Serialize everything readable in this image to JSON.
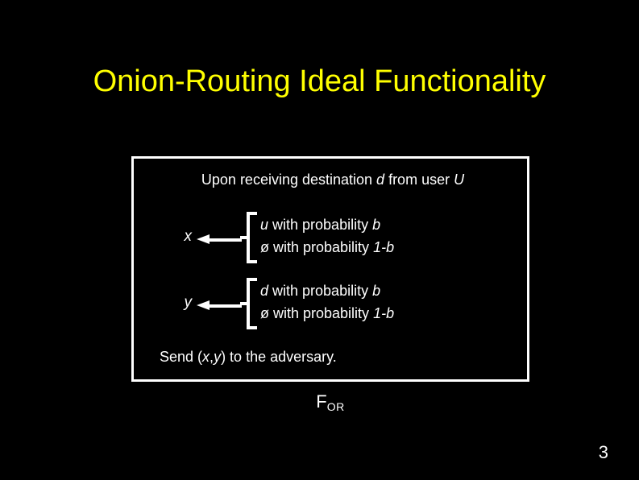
{
  "slide": {
    "title": "Onion-Routing Ideal Functionality",
    "background_color": "#000000",
    "title_color": "#ffff00",
    "text_color": "#ffffff",
    "page_number": "3"
  },
  "functionality_box": {
    "border_color": "#ffffff",
    "header": {
      "prefix": "Upon receiving destination ",
      "variable_d": "d",
      "middle": " from user ",
      "variable_U": "U"
    },
    "assignments": [
      {
        "variable": "x",
        "arrow": "left-arrow",
        "cases": [
          {
            "value": "u",
            "text": " with probability ",
            "probability": "b"
          },
          {
            "value": "ø",
            "text": " with probability ",
            "probability": "1-b"
          }
        ]
      },
      {
        "variable": "y",
        "arrow": "left-arrow",
        "cases": [
          {
            "value": "d",
            "text": " with probability ",
            "probability": "b"
          },
          {
            "value": "ø",
            "text": " with probability ",
            "probability": "1-b"
          }
        ]
      }
    ],
    "send_line": {
      "prefix": "Send (",
      "var_x": "x",
      "comma": ",",
      "var_y": "y",
      "suffix": ") to the adversary."
    }
  },
  "caption": {
    "symbol": "F",
    "subscript": "OR"
  }
}
